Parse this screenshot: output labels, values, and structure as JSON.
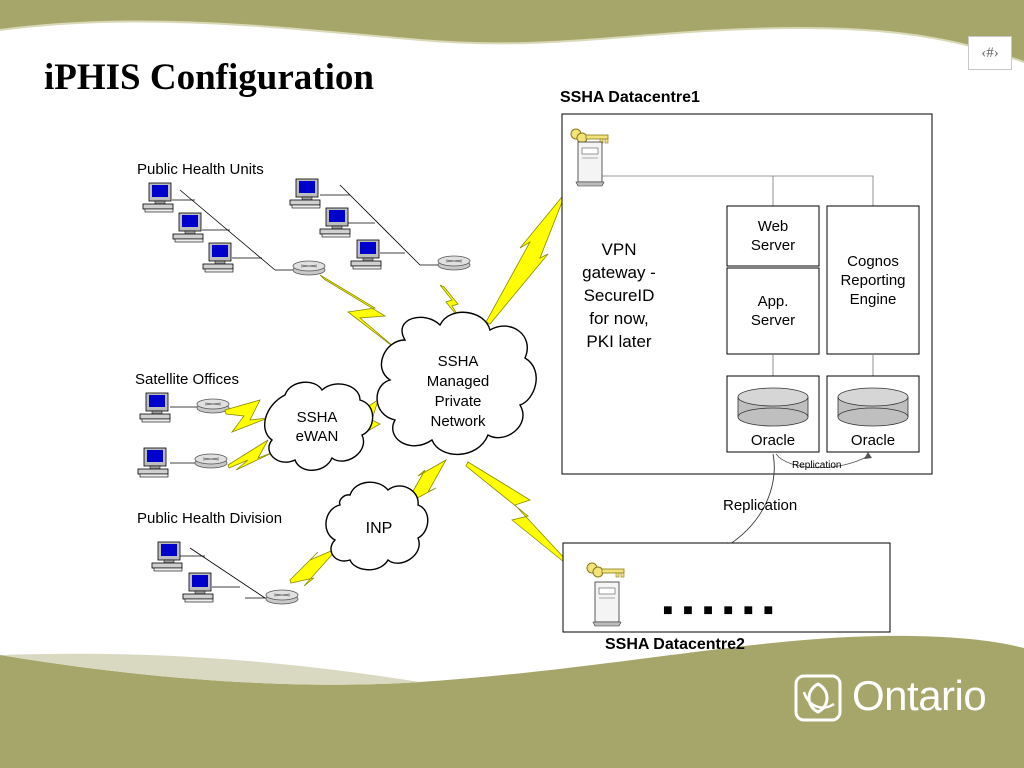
{
  "slide": {
    "title": "iPHIS Configuration",
    "slide_number": "‹#›"
  },
  "left": {
    "public_health_units": "Public Health Units",
    "satellite_offices": "Satellite Offices",
    "public_health_division": "Public Health Division"
  },
  "clouds": {
    "ssha_network": "SSHA\nManaged\nPrivate\nNetwork",
    "ssha_ewan": "SSHA\neWAN",
    "inp": "INP"
  },
  "datacentre1": {
    "title": "SSHA Datacentre1",
    "vpn_gateway": "VPN\ngateway -\nSecureID\nfor now,\nPKI later",
    "web_server": "Web\nServer",
    "app_server": "App.\nServer",
    "cognos": "Cognos\nReporting\nEngine",
    "oracle_1": "Oracle",
    "oracle_2": "Oracle",
    "replication_small": "Replication"
  },
  "replication_label": "Replication",
  "datacentre2": {
    "title": "SSHA Datacentre2",
    "ellipsis": "■ ■ ■ ■ ■ ■"
  },
  "branding": {
    "logo_text": "Ontario"
  },
  "colors": {
    "olive": "#a6a66b",
    "lightning": "#ffff00",
    "screen_blue": "#0000cc"
  }
}
